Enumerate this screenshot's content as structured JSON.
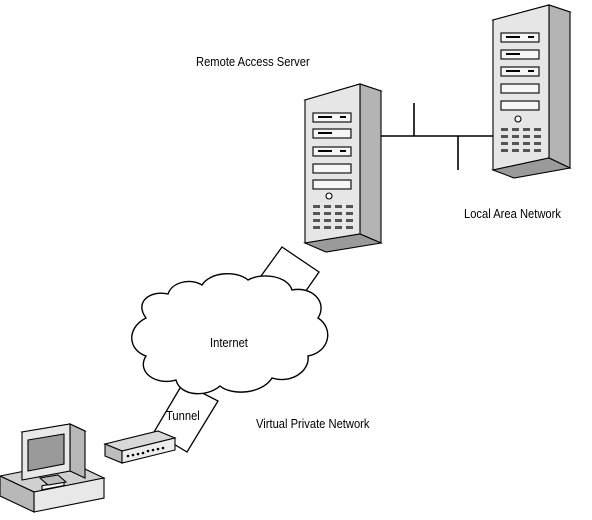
{
  "labels": {
    "remote_access_server": "Remote Access Server",
    "local_area_network": "Local Area Network",
    "internet": "Internet",
    "tunnel": "Tunnel",
    "virtual_private_network": "Virtual Private Network"
  },
  "colors": {
    "line": "#000000",
    "tower_face": "#e6e6e6",
    "tower_side": "#b4b4b4",
    "tower_top": "#cfcfcf",
    "cloud_fill": "#ffffff",
    "monitor_screen": "#9a9a9a",
    "modem_body": "#ececec"
  },
  "icons": [
    "server-tower-icon",
    "lan-server-tower-icon",
    "cloud-icon",
    "desktop-computer-icon",
    "modem-icon"
  ]
}
